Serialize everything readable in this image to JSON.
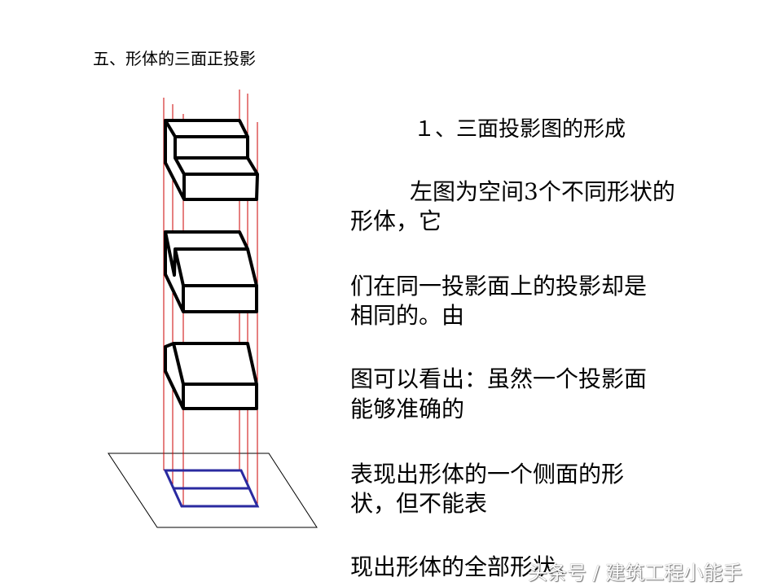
{
  "slide": {
    "title": "五、形体的三面正投影",
    "subheading": "１、三面投影图的形成",
    "lines": [
      "左图为空间3个不同形状的",
      "形体，它",
      "们在同一投影面上的投影却是",
      "相同的。由",
      "图可以看出：虽然一个投影面",
      "能够准确的",
      "表现出形体的一个侧面的形",
      "状，但不能表",
      "现出形体的全部形状。"
    ],
    "watermark": "头条号 / 建筑工程小能手"
  },
  "colors": {
    "projection_lines": "#cc0000",
    "projection_outline": "#2a2aa0",
    "solids": "#000000"
  }
}
